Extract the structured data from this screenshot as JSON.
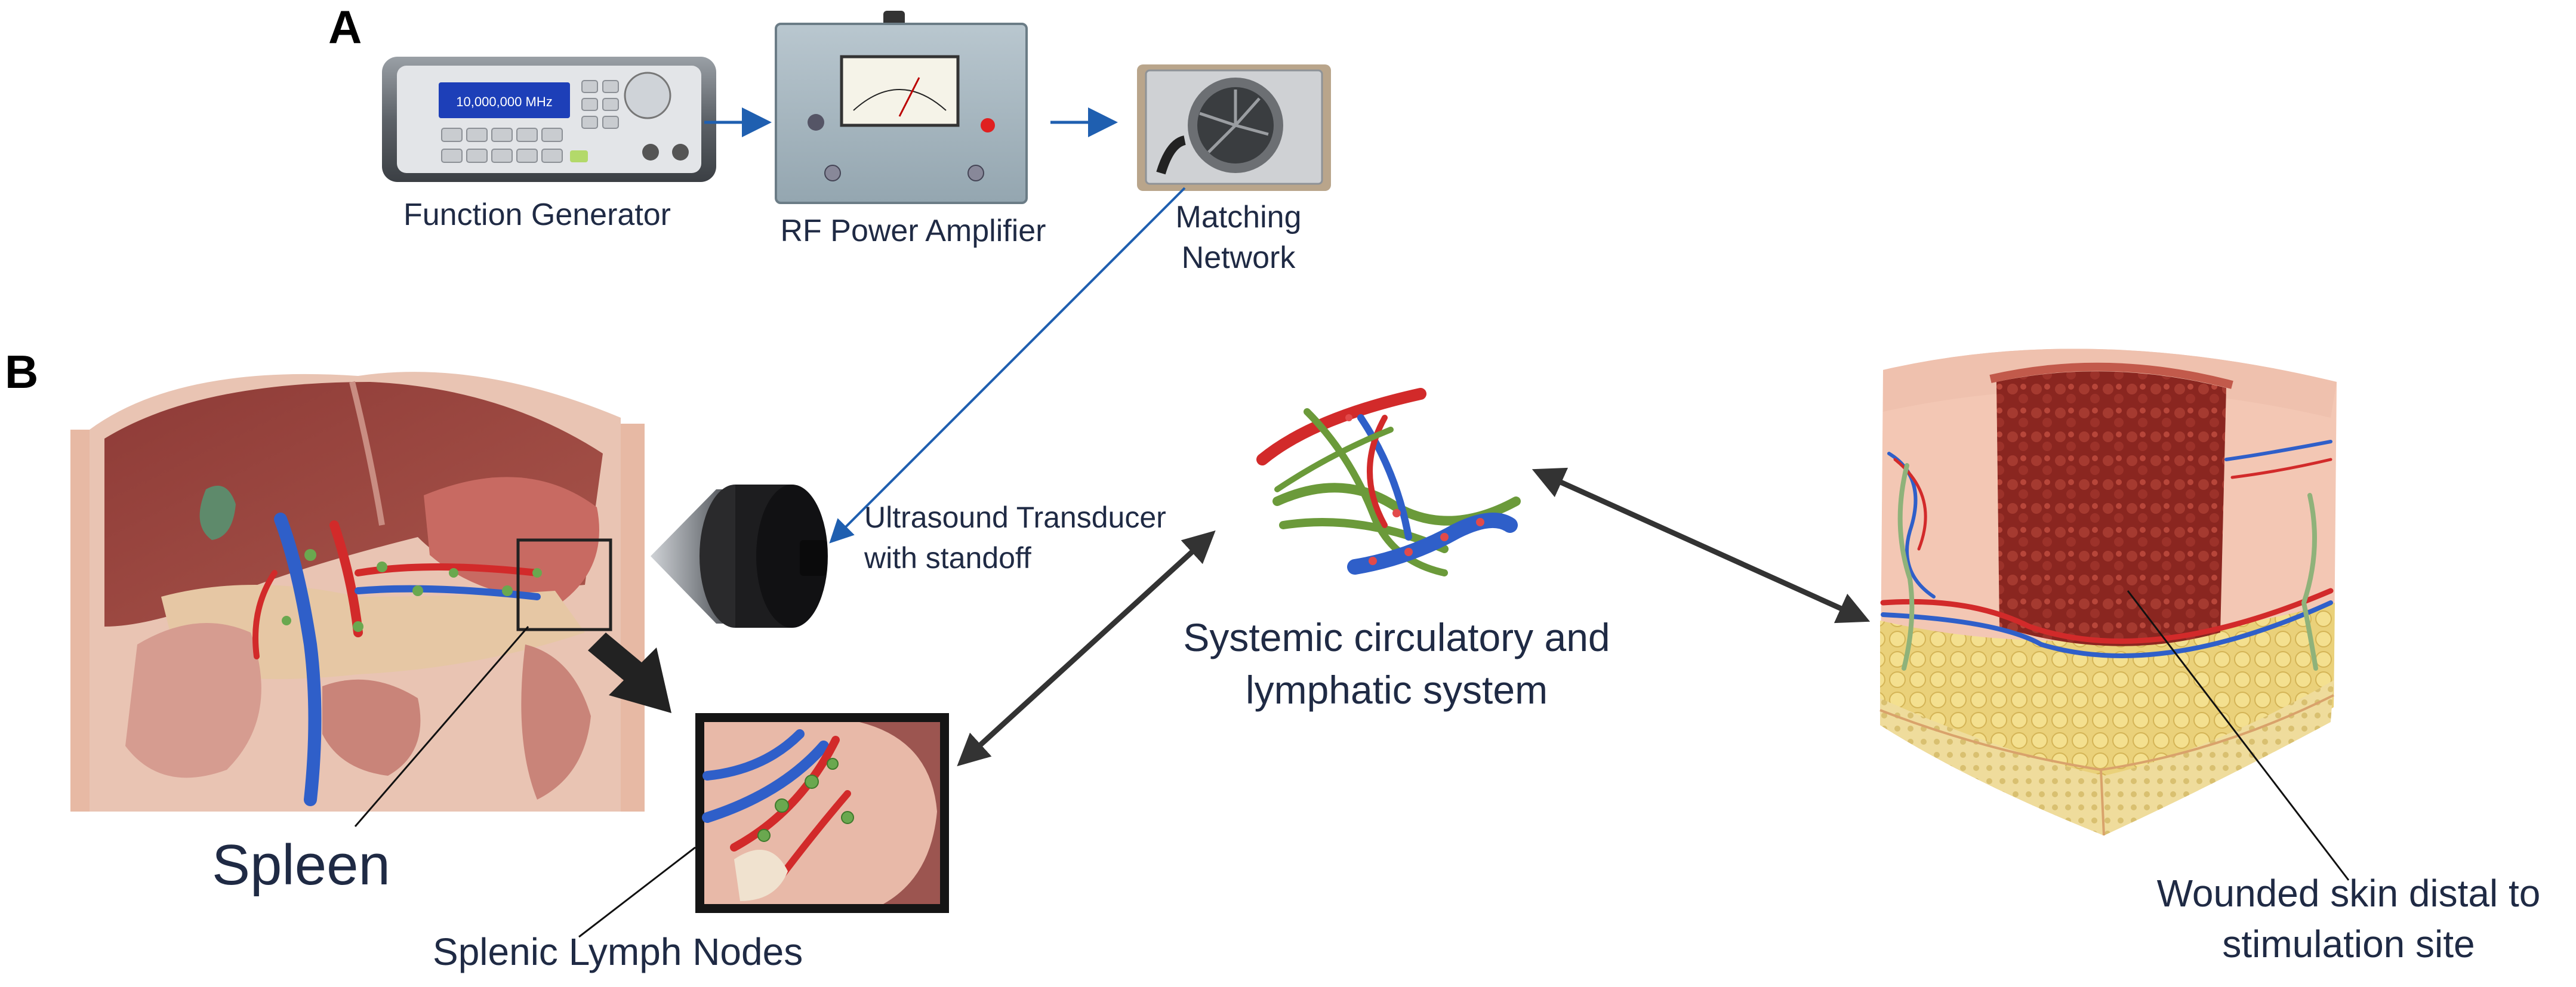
{
  "panels": {
    "a": "A",
    "b": "B"
  },
  "devices": {
    "function_generator": {
      "label": "Function Generator",
      "display": "10,000,000 MHz"
    },
    "rf_amplifier": {
      "label": "RF Power Amplifier"
    },
    "matching_network": {
      "label_line1": "Matching",
      "label_line2": "Network"
    }
  },
  "transducer": {
    "label_line1": "Ultrasound Transducer",
    "label_line2": "with standoff"
  },
  "anatomy": {
    "spleen_label": "Spleen",
    "lymph_nodes_label": "Splenic Lymph Nodes",
    "systemic_line1": "Systemic circulatory and",
    "systemic_line2": "lymphatic system",
    "wound_line1": "Wounded skin distal to",
    "wound_line2": "stimulation site"
  },
  "colors": {
    "signal_arrow": "#1f5fb0",
    "double_arrow": "#333333",
    "text": "#1f2a44"
  }
}
